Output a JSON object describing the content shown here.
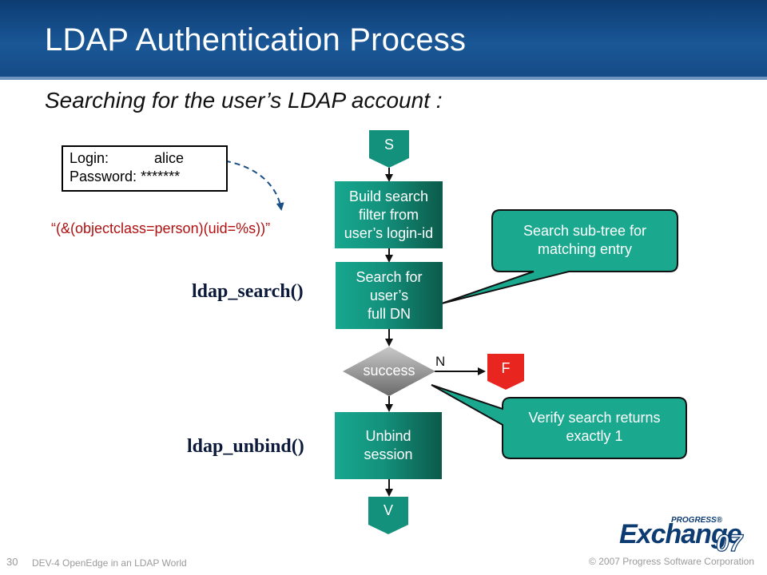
{
  "slide": {
    "title": "LDAP Authentication Process",
    "subtitle": "Searching for the user’s LDAP account :"
  },
  "login": {
    "login_label": "Login:",
    "login_value": "alice",
    "password_label": "Password:",
    "password_value": "*******"
  },
  "filter": "“(&(objectclass=person)(uid=%s))”",
  "functions": {
    "search": "ldap_search()",
    "unbind": "ldap_unbind()"
  },
  "flow": {
    "start": "S",
    "build_filter": [
      "Build search",
      "filter from",
      "user’s login-id"
    ],
    "search_dn": [
      "Search for",
      "user’s",
      "full DN"
    ],
    "decision": "success",
    "no_label": "N",
    "fail": "F",
    "unbind": [
      "Unbind",
      "session"
    ],
    "end": "V"
  },
  "callouts": {
    "subtree": [
      "Search sub-tree for",
      "matching entry"
    ],
    "verify": [
      "Verify search returns",
      "exactly 1"
    ]
  },
  "footer": {
    "slide_number": "30",
    "session": "DEV-4  OpenEdge in an LDAP World",
    "copyright": "© 2007 Progress Software Corporation"
  },
  "logo": {
    "brand": "PROGRESS®",
    "product": "Exchange",
    "year": "07"
  },
  "colors": {
    "header": "#1a5796",
    "teal": "#13917c",
    "teal_dark": "#0c5a4a",
    "callout": "#1aa88f",
    "fail": "#e8261f",
    "filter_text": "#b01010",
    "arrow_dashed": "#1a4f86"
  }
}
